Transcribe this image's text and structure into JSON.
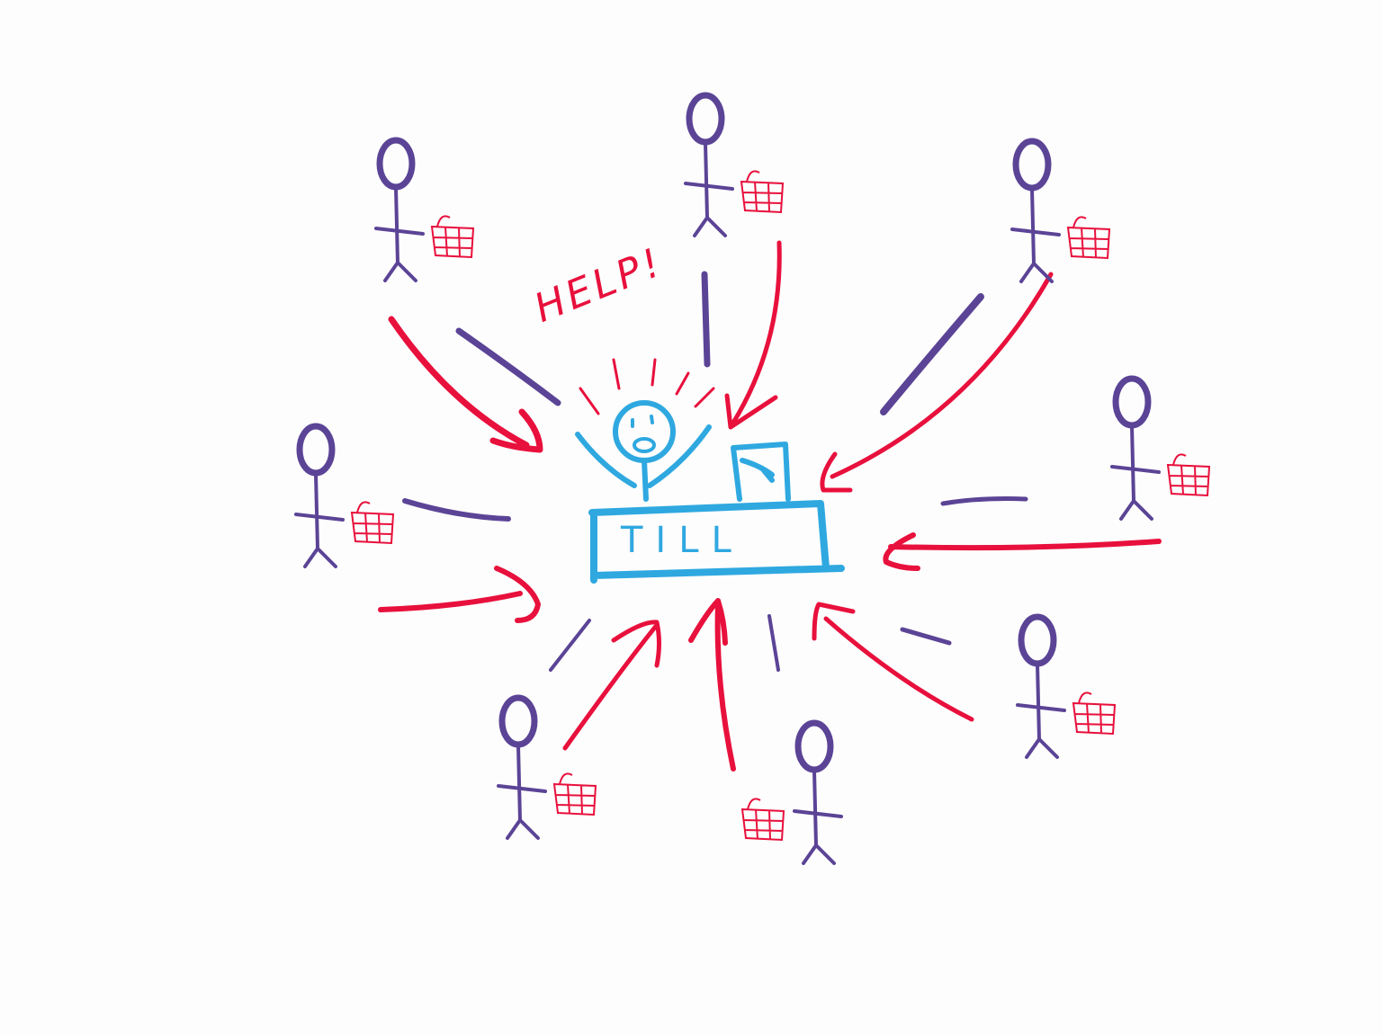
{
  "shout": "HELP!",
  "counter_label": "TILL",
  "colors": {
    "cashier": "#2fa8e0",
    "arrows": "#e8103c",
    "customers": "#5b4496",
    "baskets": "#e8103c"
  },
  "customer_count": 8
}
